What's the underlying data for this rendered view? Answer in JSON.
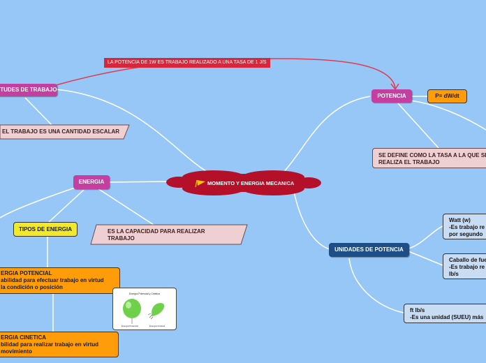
{
  "central": {
    "label": "MOMENTO Y ENERGIA MECANICA",
    "icon": "flag-icon"
  },
  "magnitudes": {
    "label": "UTUDES DE TRABAJO"
  },
  "escalar": {
    "text": "EL TRABAJO ES UNA CANTIDAD ESCALAR"
  },
  "potencia_link": {
    "text": "LA POTENCIA DE 1W ES TRABAJO REALIZADO A UNA TASA DE 1 J/S"
  },
  "potencia": {
    "label": "POTENCIA"
  },
  "formula": {
    "text": "P= dW/dt"
  },
  "se_define": {
    "line1": "SE DEFINE COMO  LA TASA A LA QUE SE",
    "line2": "REALIZA EL TRABAJO"
  },
  "energia": {
    "label": "ENERGIA"
  },
  "capacidad": {
    "line1": "ES LA CAPACIDAD PARA REALIZAR",
    "line2": "TRABAJO"
  },
  "tipos": {
    "label": "TIPOS DE ENERGIA"
  },
  "potencial": {
    "line1": "ERGIA POTENCIAL",
    "line2": "abilidad para efectuar trabajo en virtud",
    "line3": "la condición o posición"
  },
  "cinetica": {
    "line1": "ERGIA CINETICA",
    "line2": "bilidad para realizar trabajo en virtud",
    "line3": "movimiento"
  },
  "thumbnail": {
    "title": "Energía Potencial y Cinética",
    "caption_left": "Energía Potencial",
    "caption_right": "Energía Cinética"
  },
  "unidades": {
    "label": "UNIDADES DE POTENCIA"
  },
  "watt": {
    "line1": "Watt (w)",
    "line2": "-Es trabajo re",
    "line3": "por segundo"
  },
  "caballo": {
    "line1": "Caballo de fue",
    "line2": "-Es trabajo re",
    "line3": "lb/s"
  },
  "ftlb": {
    "line1": "ft lb/s",
    "line2": "-Es una unidad (SUEU) más"
  },
  "colors": {
    "background": "#97c7f7",
    "central_cloud": "#b5102a",
    "pink_pill": "#c43fa0",
    "navy_pill": "#1d4f86",
    "orange": "#ff9c0a",
    "yellow": "#f2e92a",
    "red_label": "#d9263a"
  }
}
